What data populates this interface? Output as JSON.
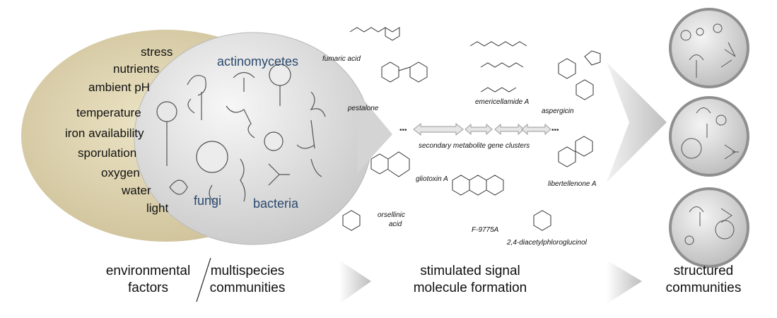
{
  "factors": [
    "stress",
    "nutrients",
    "ambient pH",
    "temperature",
    "iron availability",
    "sporulation",
    "oxygen",
    "water",
    "light"
  ],
  "organisms": {
    "actinomycetes": "actinomycetes",
    "fungi": "fungi",
    "bacteria": "bacteria"
  },
  "compounds": {
    "fumaric_acid": "fumaric acid",
    "pestalone": "pestalone",
    "emericellamide": "emericellamide A",
    "aspergicin": "aspergicin",
    "gene_clusters": "secondary metabolite gene clusters",
    "gliotoxin": "gliotoxin A",
    "libertellenone": "libertellenone A",
    "f9775a": "F-9775A",
    "orsellinic_1": "orsellinic",
    "orsellinic_2": "acid",
    "phloroglucinol": "2,4-diacetylphloroglucinol"
  },
  "captions": {
    "env_1": "environmental",
    "env_2": "factors",
    "multi_1": "multispecies",
    "multi_2": "communities",
    "sig_1": "stimulated signal",
    "sig_2": "molecule formation",
    "str_1": "structured",
    "str_2": "communities"
  },
  "colors": {
    "venn_left": "#d8cda6",
    "venn_right": "#dcdcdc",
    "arrow": "#c8c8c8",
    "text_org": "#2b4a6e"
  }
}
